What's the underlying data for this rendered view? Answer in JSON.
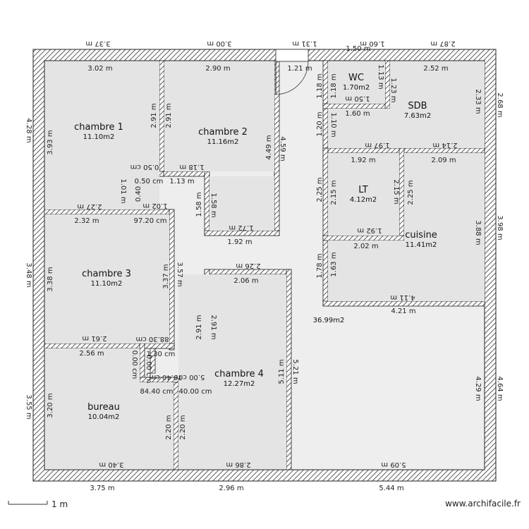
{
  "colors": {
    "wall_fill": "#ffffff",
    "wall_hatch": "#333333",
    "room_fill": "#e4e4e4",
    "circulation_fill": "#eeeeee",
    "text": "#111111"
  },
  "rooms": [
    {
      "id": "chambre-1",
      "name": "chambre 1",
      "area": "11.10m2"
    },
    {
      "id": "chambre-2",
      "name": "chambre 2",
      "area": "11.16m2"
    },
    {
      "id": "chambre-3",
      "name": "chambre 3",
      "area": "11.10m2"
    },
    {
      "id": "chambre-4",
      "name": "chambre 4",
      "area": "12.27m2"
    },
    {
      "id": "bureau",
      "name": "bureau",
      "area": "10.04m2"
    },
    {
      "id": "wc",
      "name": "WC",
      "area": "1.70m2"
    },
    {
      "id": "sdb",
      "name": "SDB",
      "area": "7.63m2"
    },
    {
      "id": "lt",
      "name": "LT",
      "area": "4.12m2"
    },
    {
      "id": "cuisine",
      "name": "cuisine",
      "area": "11.41m2"
    },
    {
      "id": "sejour",
      "name": "",
      "area": "36.99m2"
    }
  ],
  "dimensions": {
    "top_outer": [
      "3.37 m",
      "3.00 m",
      "1.31 m",
      "1.60 m",
      "2.87 m"
    ],
    "top_inner": [
      "3.02 m",
      "2.90 m",
      "1.21 m",
      "1.50 m",
      "2.52 m"
    ],
    "bottom": [
      "3.75 m",
      "2.96 m",
      "5.44 m"
    ],
    "left": [
      "4.28 m",
      "3.48 m",
      "3.55 m"
    ],
    "right_outer": [
      "2.68 m",
      "3.98 m",
      "4.64 m"
    ],
    "right_inner": [
      "2.33 m",
      "3.88 m",
      "4.29 m"
    ],
    "interior": [
      "3.93 m",
      "2.91 m",
      "2.91 m",
      "4.49 m",
      "4.59 m",
      "1.18 m",
      "1.18 m",
      "1.13 m",
      "1.23 m",
      "1.50 m",
      "1.60 m",
      "1.20 m",
      "1.10 m",
      "1.97 m",
      "2.14 m",
      "1.92 m",
      "2.09 m",
      "2.25 m",
      "2.15 m",
      "2.15 m",
      "2.25 m",
      "0.50 cm",
      "1.18 m",
      "1.01 m",
      "0.40",
      "0.50 cm",
      "1.13 m",
      "1.58 m",
      "1.58 m",
      "1.02 m",
      "2.27 m",
      "2.32 m",
      "97.20 cm",
      "1.72 m",
      "1.92 m",
      "1.92 m",
      "2.02 m",
      "1.63 m",
      "1.78 m",
      "3.38 m",
      "3.37 m",
      "3.57 m",
      "2.26 m",
      "2.06 m",
      "2.91 m",
      "2.91 m",
      "4.11 m",
      "4.21 m",
      "2.61 m",
      "2.56 m",
      "88.30 cm",
      "1.30 cm",
      "0.00 cm",
      "0.00 cm",
      "5.11 m",
      "5.21 m",
      "84.40 cm",
      "40.00 cm",
      "5.00 cm",
      "79.40 cm",
      "3.20 m",
      "2.20 m",
      "2.20 m",
      "3.40 m",
      "2.86 m",
      "5.09 m"
    ]
  },
  "scale_label": "1 m",
  "watermark": "www.archifacile.fr"
}
